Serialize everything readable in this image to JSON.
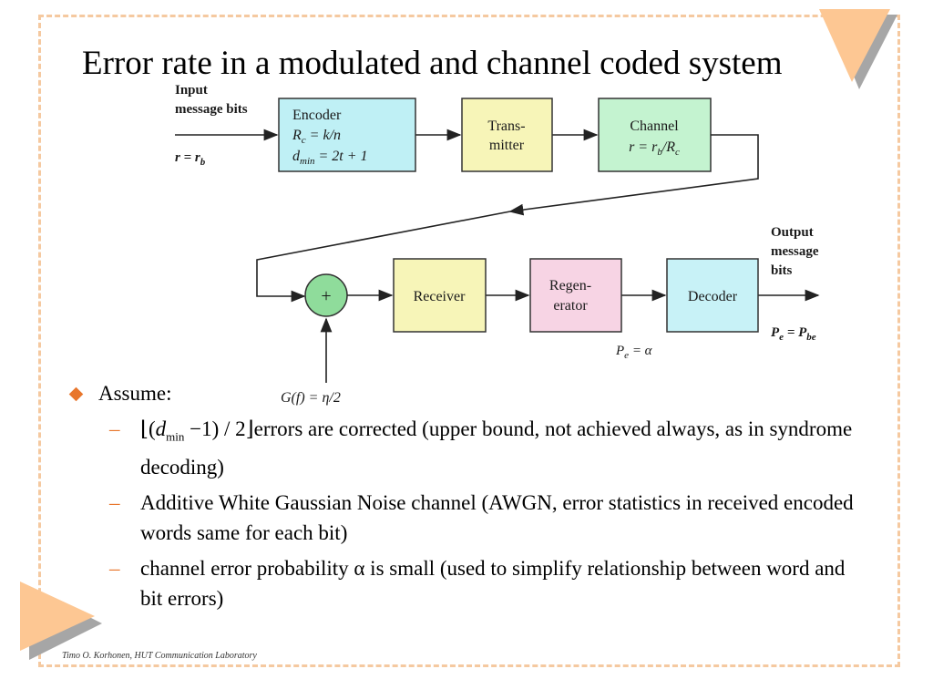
{
  "title": "Error rate in a modulated and channel coded system",
  "diagram": {
    "input_label_1": "Input",
    "input_label_2": "message bits",
    "input_rate": "r = r",
    "input_rate_sub": "b",
    "encoder": {
      "title": "Encoder",
      "line1_a": "R",
      "line1_sub": "c",
      "line1_b": " = k/n",
      "line2_a": "d",
      "line2_sub": "min",
      "line2_b": " = 2t + 1"
    },
    "transmitter": {
      "line1": "Trans-",
      "line2": "mitter"
    },
    "channel": {
      "title": "Channel",
      "line2_a": "r = r",
      "line2_sub1": "b",
      "line2_b": "/R",
      "line2_sub2": "c"
    },
    "summer": "+",
    "receiver": "Receiver",
    "regenerator": {
      "line1": "Regen-",
      "line2": "erator"
    },
    "decoder": "Decoder",
    "output_label_1": "Output",
    "output_label_2": "message",
    "output_label_3": "bits",
    "pe_out_a": "P",
    "pe_out_sub": "e",
    "pe_out_b": " = P",
    "pe_out_sub2": "be",
    "pe_regen_a": "P",
    "pe_regen_sub": "e",
    "pe_regen_b": " = α",
    "noise": "G(f) = η/2",
    "colors": {
      "encoder": "#bff0f5",
      "transmitter": "#f7f5b8",
      "channel": "#c4f3d0",
      "summer": "#8fdc9b",
      "receiver": "#f7f5b8",
      "regenerator": "#f7d4e4",
      "decoder": "#c8f2f7"
    }
  },
  "bullets": {
    "main": "Assume:",
    "formula_a": "(",
    "formula_d": "d",
    "formula_sub": "min",
    "formula_b": " −1) / 2",
    "item1_text": "errors are corrected (upper bound, not achieved always, as in syndrome decoding)",
    "item2": "Additive White Gaussian Noise channel (AWGN, error statistics in received encoded words same for each bit)",
    "item3": "channel error probability α is small (used to simplify relationship between word and bit errors)"
  },
  "footer": "Timo O. Korhonen, HUT Communication Laboratory",
  "theme": {
    "accent": "#e8762c",
    "deco_orange": "#fdc793",
    "deco_gray": "#a6a6a6",
    "frame": "#f5c9a0"
  }
}
